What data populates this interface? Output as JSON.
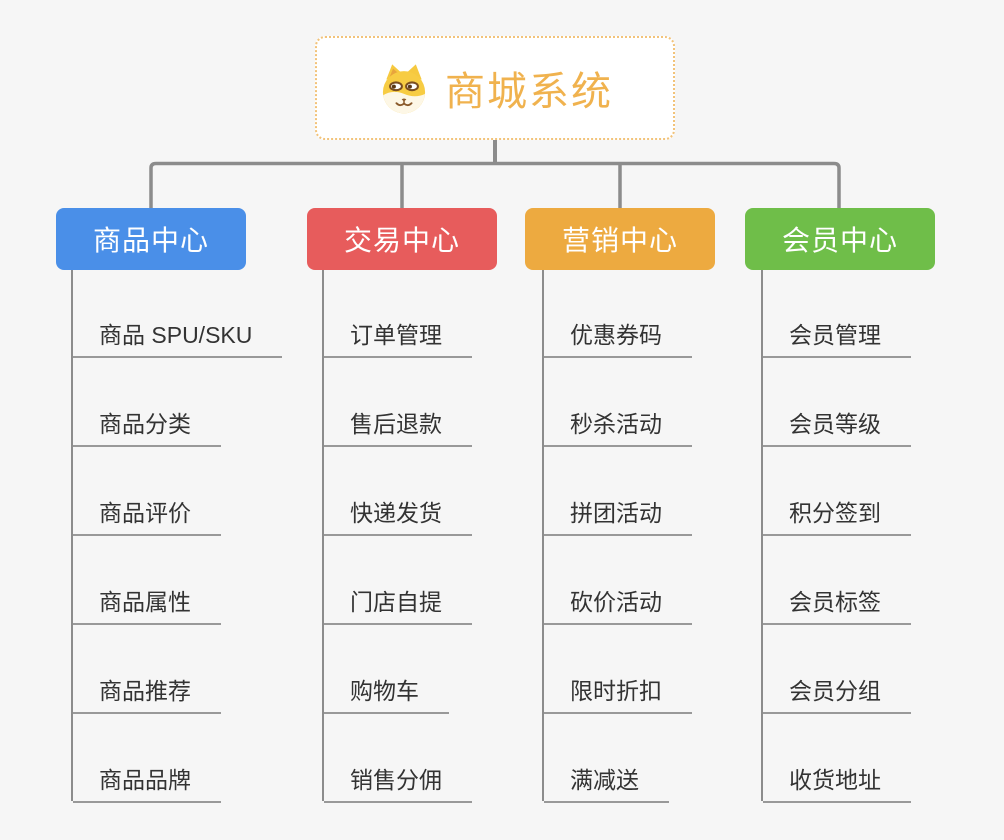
{
  "root": {
    "title": "商城系统",
    "icon": "shiba-dog-icon"
  },
  "colors": {
    "background": "#F6F6F6",
    "root_border": "#F2C37A",
    "root_text": "#F0B24E",
    "connector": "#8C8C8C",
    "underline": "#999999",
    "item_text": "#333333"
  },
  "branches": [
    {
      "label": "商品中心",
      "color": "#4A8FE8",
      "items": [
        "商品 SPU/SKU",
        "商品分类",
        "商品评价",
        "商品属性",
        "商品推荐",
        "商品品牌"
      ]
    },
    {
      "label": "交易中心",
      "color": "#E75C5C",
      "items": [
        "订单管理",
        "售后退款",
        "快递发货",
        "门店自提",
        "购物车",
        "销售分佣"
      ]
    },
    {
      "label": "营销中心",
      "color": "#EDAA40",
      "items": [
        "优惠券码",
        "秒杀活动",
        "拼团活动",
        "砍价活动",
        "限时折扣",
        "满减送"
      ]
    },
    {
      "label": "会员中心",
      "color": "#6FBE49",
      "items": [
        "会员管理",
        "会员等级",
        "积分签到",
        "会员标签",
        "会员分组",
        "收货地址"
      ]
    }
  ]
}
